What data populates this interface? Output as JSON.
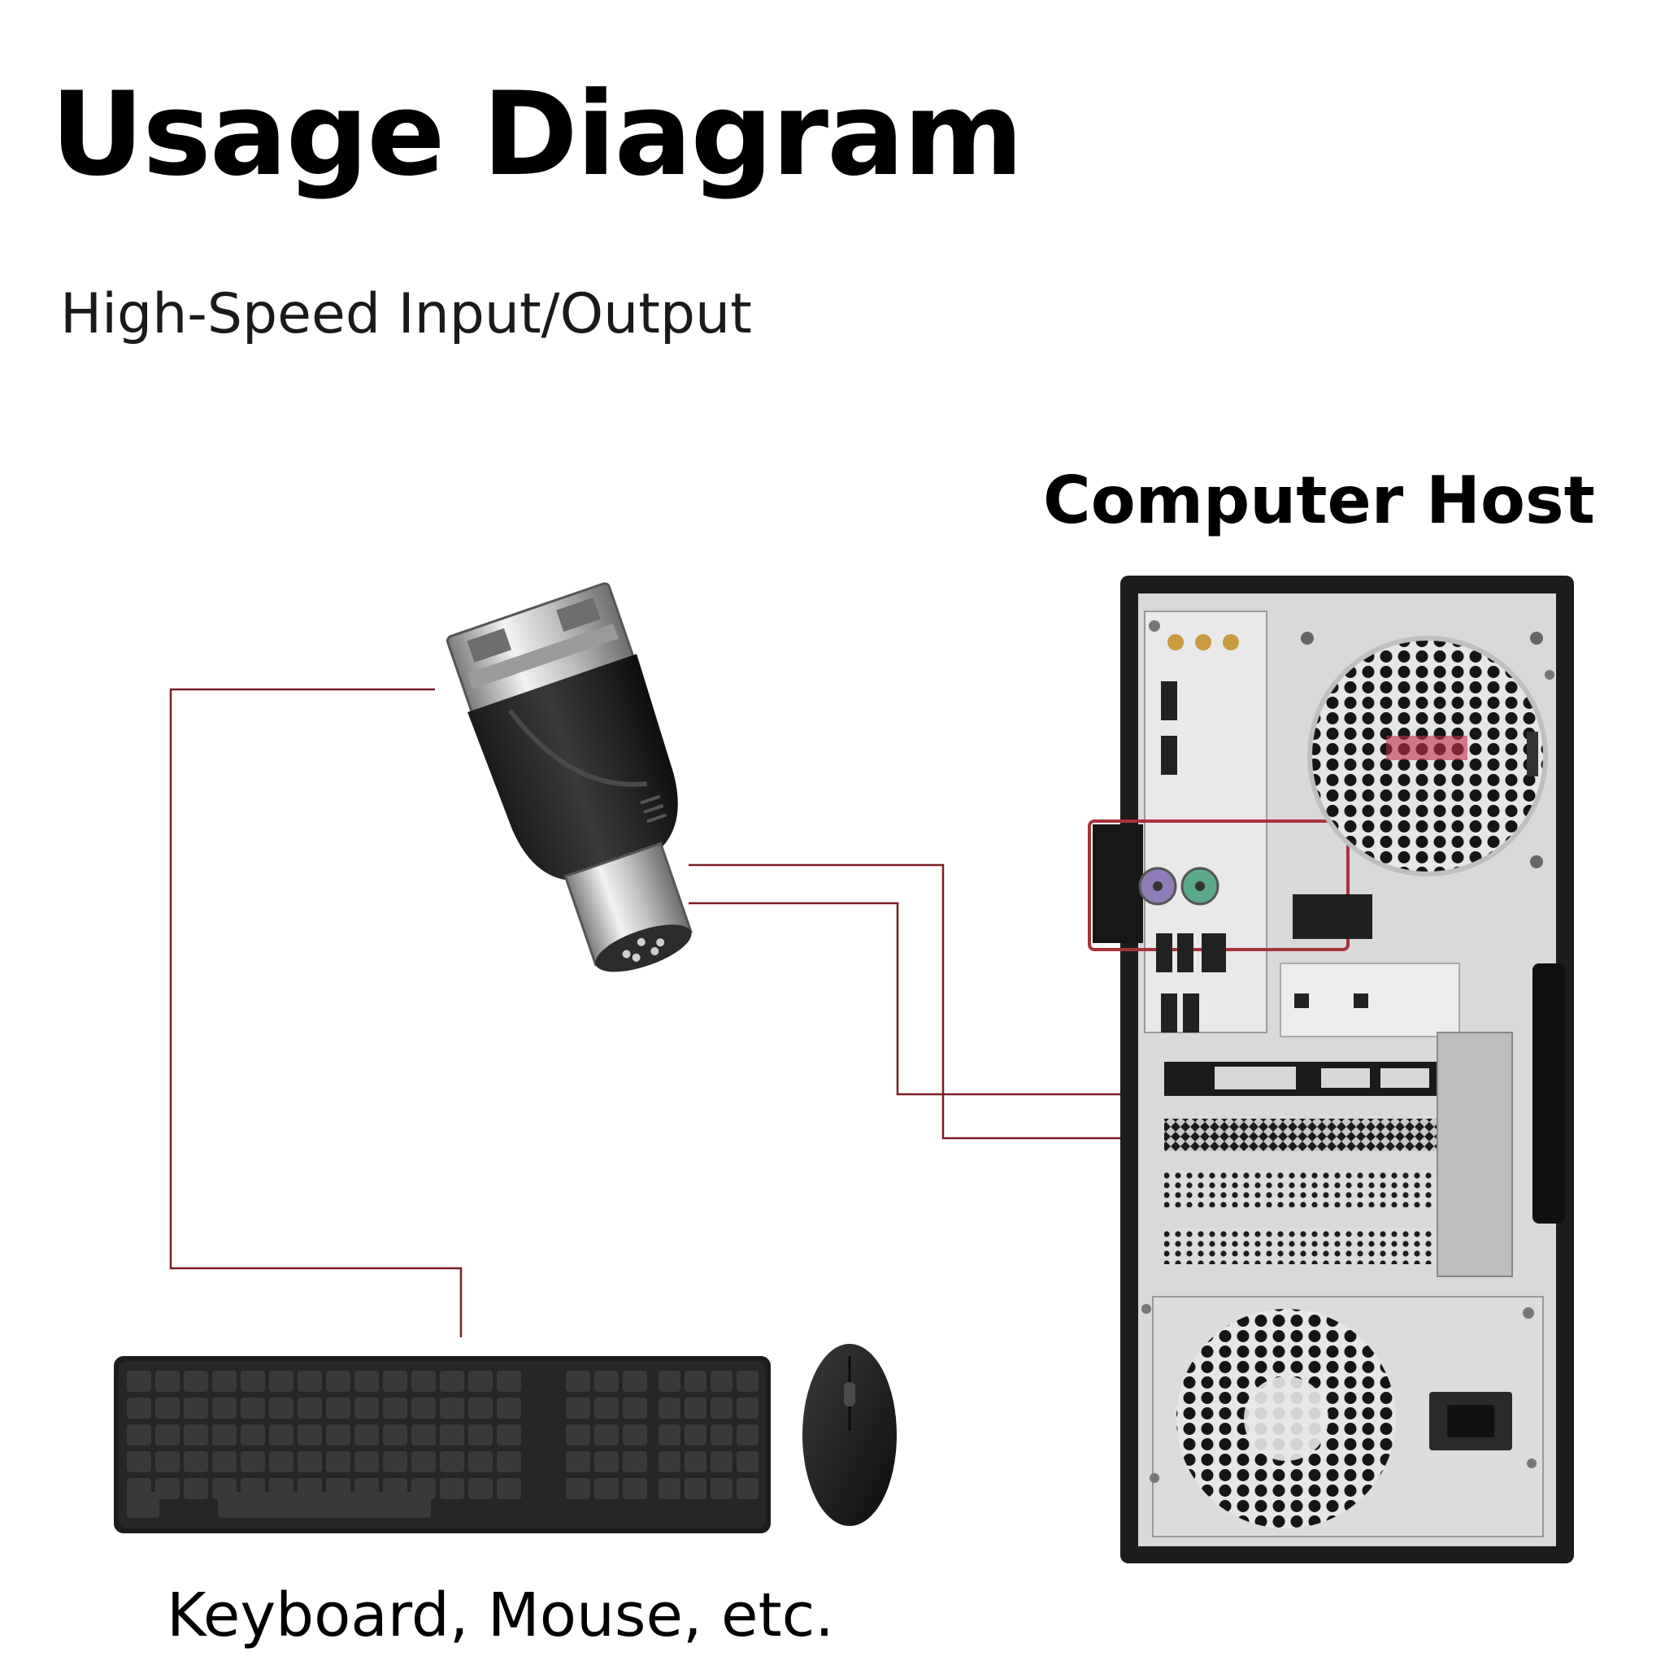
{
  "title": "Usage Diagram",
  "subtitle": "High-Speed Input/Output",
  "host_label": "Computer Host",
  "devices_label": "Keyboard, Mouse, etc.",
  "colors": {
    "connector_line": "#7a1c22",
    "highlight_box": "#a8323c",
    "case_frame": "#1c1c1c",
    "case_panel": "#d9d9d9",
    "ps2_purple": "#8e7db8",
    "ps2_green": "#5aa98a"
  },
  "icons": [
    "usb-to-ps2-adapter-icon",
    "computer-tower-icon",
    "keyboard-icon",
    "mouse-icon"
  ]
}
